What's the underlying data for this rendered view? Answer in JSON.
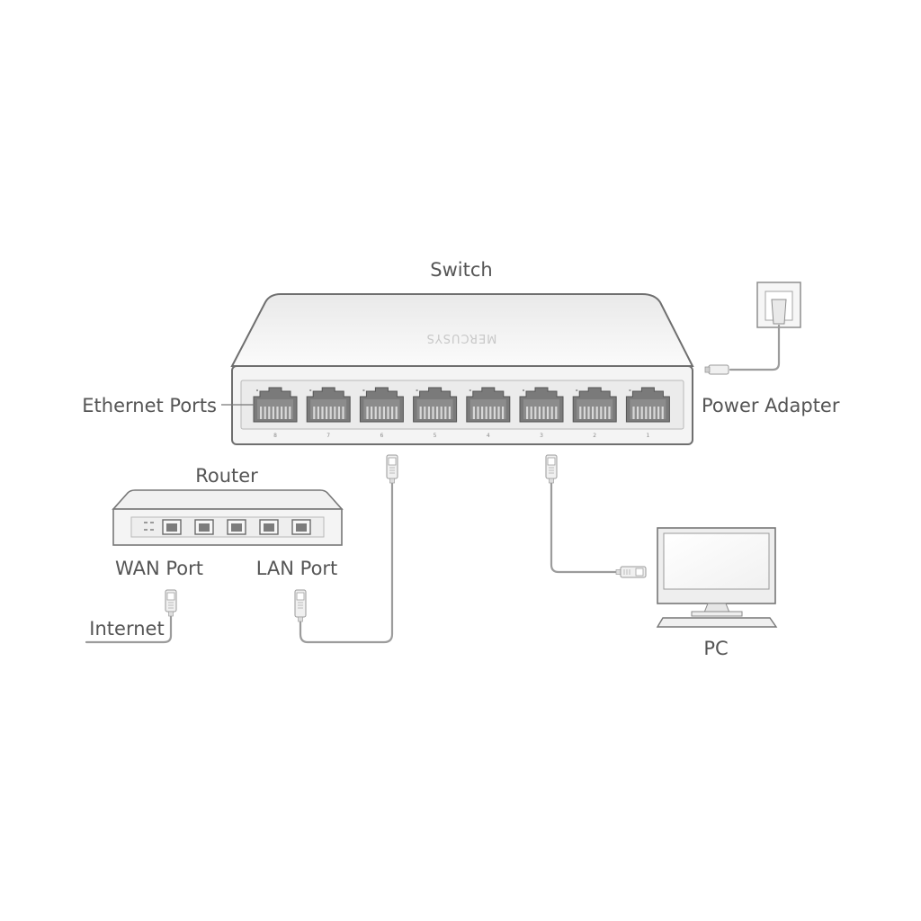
{
  "labels": {
    "switch": "Switch",
    "ethernet_ports": "Ethernet Ports",
    "power_adapter": "Power Adapter",
    "router": "Router",
    "wan_port": "WAN Port",
    "lan_port": "LAN Port",
    "internet": "Internet",
    "pc": "PC"
  },
  "switch": {
    "brand": "MERCUSYS",
    "port_numbers": [
      "8",
      "7",
      "6",
      "5",
      "4",
      "3",
      "2",
      "1"
    ]
  },
  "colors": {
    "label_text": "#555555",
    "device_body": "#f4f4f4",
    "device_outline": "#6f6f6f",
    "cable": "#9c9c9c"
  }
}
